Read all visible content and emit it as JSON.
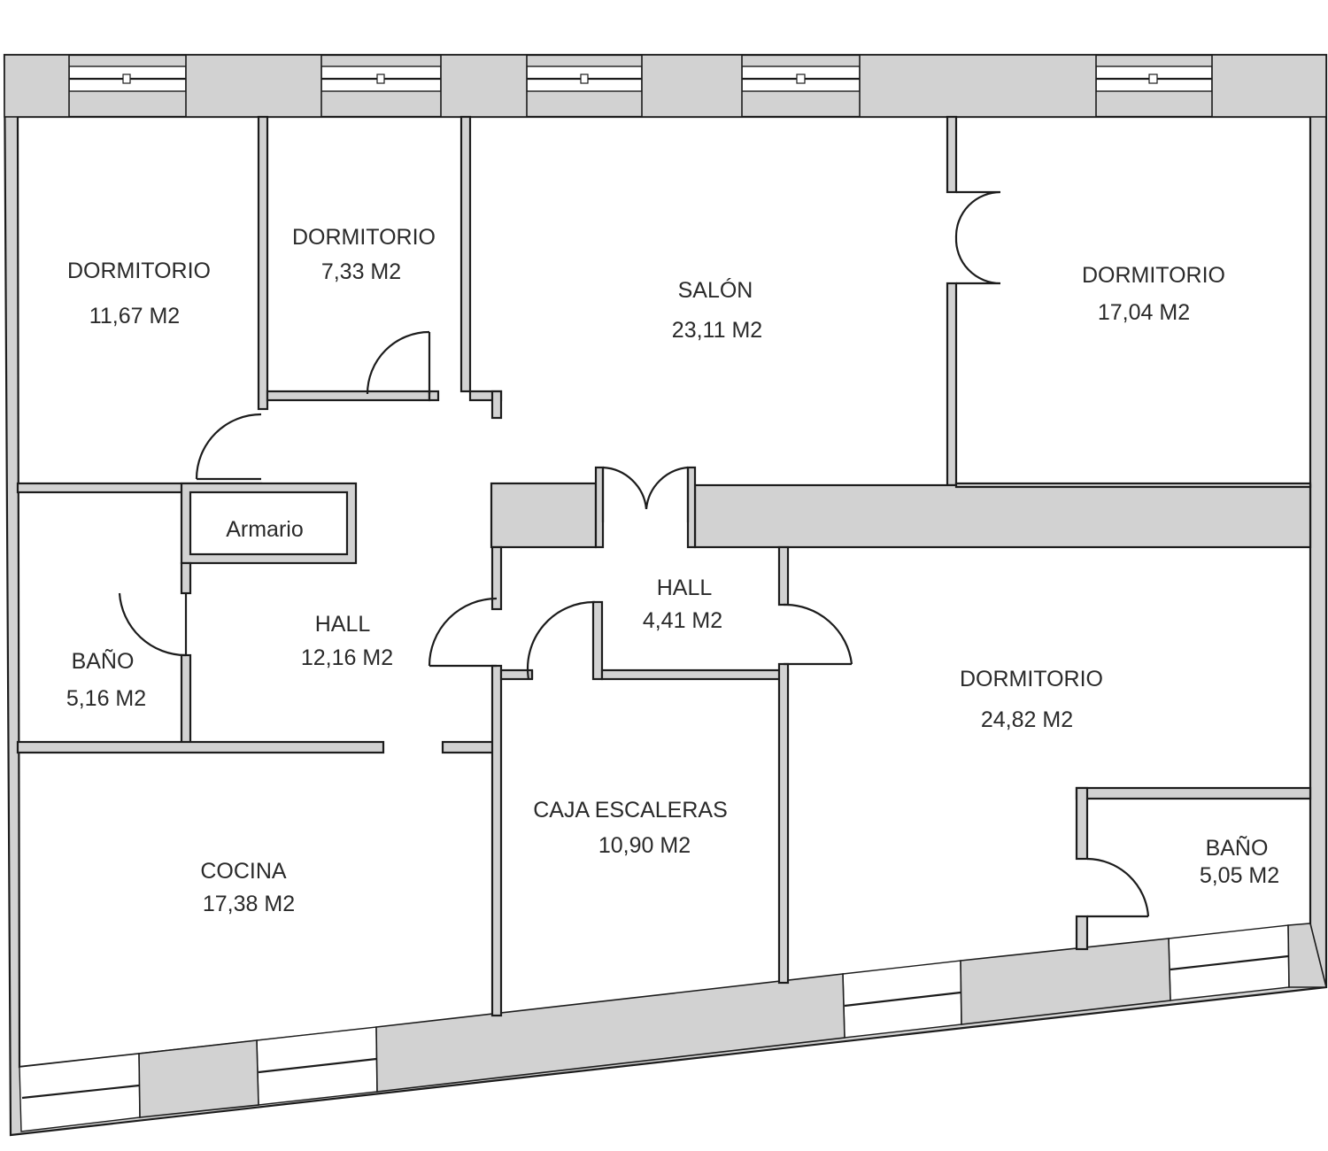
{
  "rooms": [
    {
      "id": "dorm-1",
      "name": "DORMITORIO",
      "area": "11,67 M2"
    },
    {
      "id": "dorm-2",
      "name": "DORMITORIO",
      "area": "7,33 M2"
    },
    {
      "id": "salon",
      "name": "SALÓN",
      "area": "23,11 M2"
    },
    {
      "id": "dorm-3",
      "name": "DORMITORIO",
      "area": "17,04 M2"
    },
    {
      "id": "armario",
      "name": "Armario"
    },
    {
      "id": "hall-1",
      "name": "HALL",
      "area": "12,16 M2"
    },
    {
      "id": "bano-1",
      "name": "BAÑO",
      "area": "5,16 M2"
    },
    {
      "id": "hall-2",
      "name": "HALL",
      "area": "4,41 M2"
    },
    {
      "id": "dorm-4",
      "name": "DORMITORIO",
      "area": "24,82 M2"
    },
    {
      "id": "cocina",
      "name": "COCINA",
      "area": "17,38 M2"
    },
    {
      "id": "caja",
      "name": "CAJA ESCALERAS",
      "area": "10,90 M2"
    },
    {
      "id": "bano-2",
      "name": "BAÑO",
      "area": "5,05 M2"
    }
  ],
  "colors": {
    "wall_fill": "#d2d2d2",
    "line": "#1c1c1c",
    "text": "#2a2a2a"
  }
}
